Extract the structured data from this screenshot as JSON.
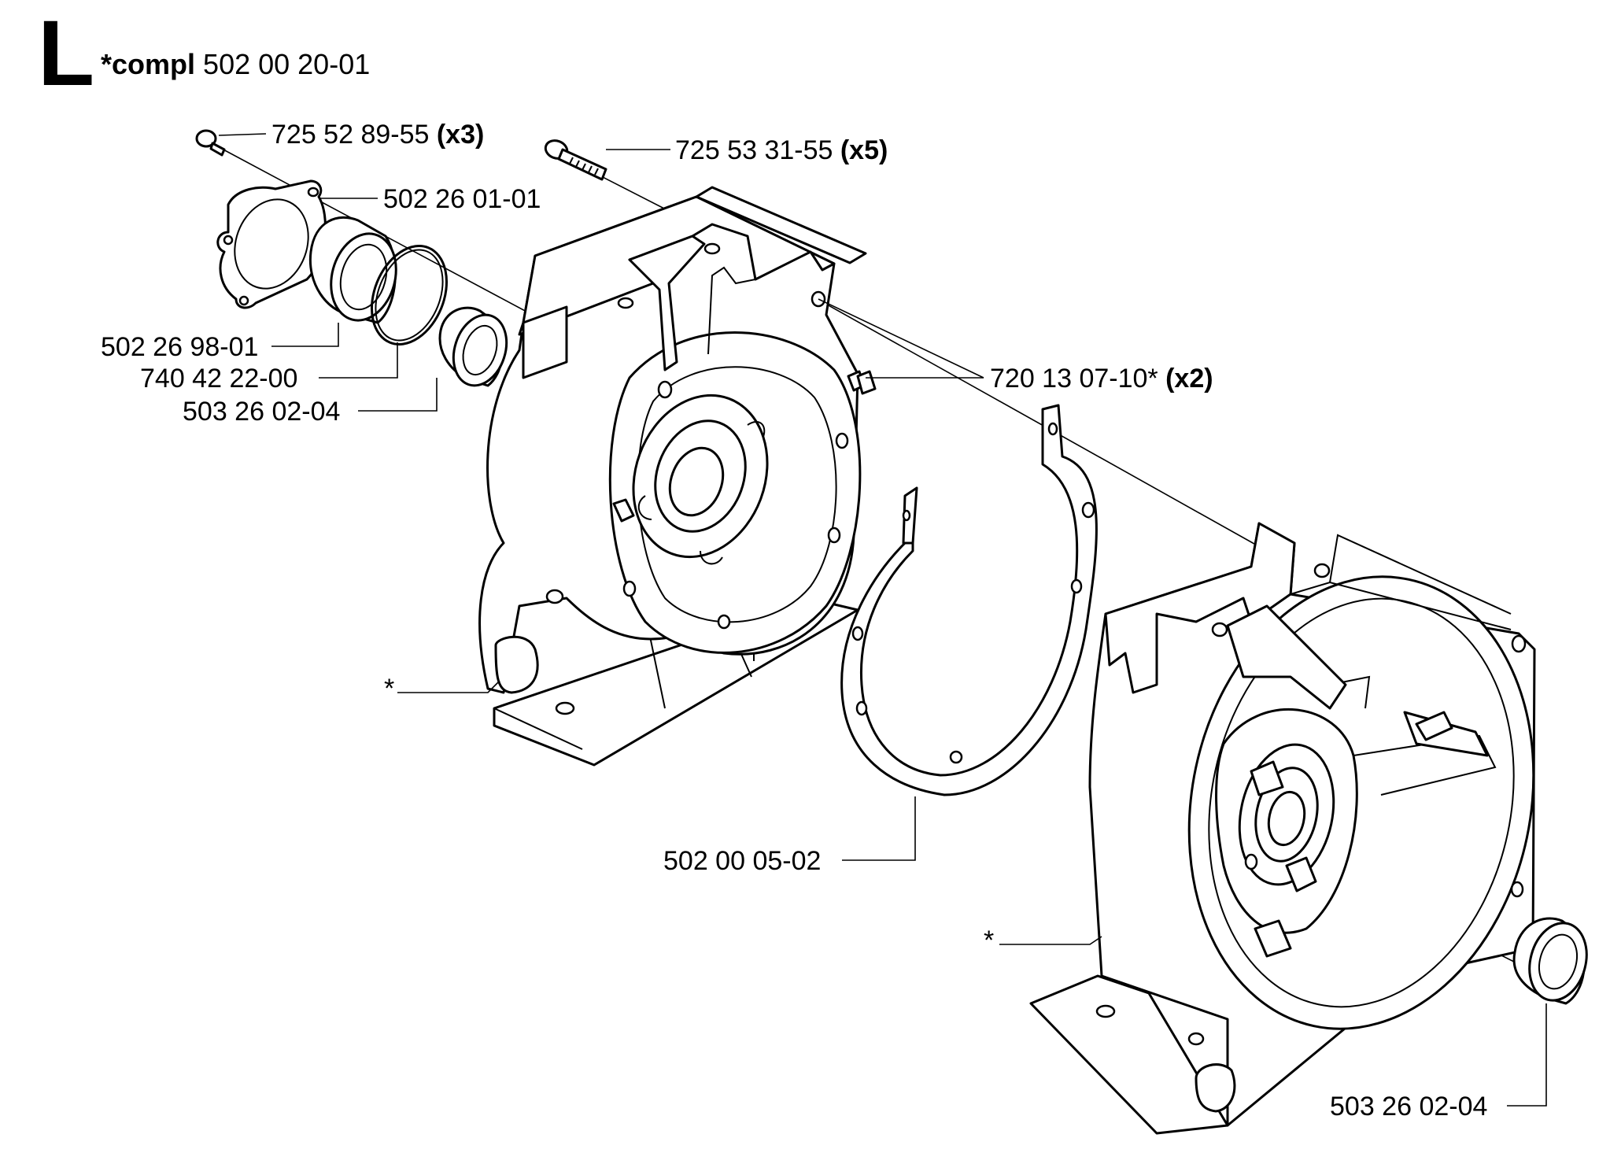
{
  "header": {
    "section": "L",
    "prefix": "*compl",
    "part_number": "502 00 20-01"
  },
  "callouts": [
    {
      "id": "screw-small",
      "number": "725 52 89-55",
      "qty": "(x3)"
    },
    {
      "id": "screw-long",
      "number": "725 53 31-55",
      "qty": "(x5)"
    },
    {
      "id": "cover-plate",
      "number": "502 26 01-01",
      "qty": ""
    },
    {
      "id": "bearing-housing",
      "number": "502 26 98-01",
      "qty": ""
    },
    {
      "id": "o-ring",
      "number": "740 42 22-00",
      "qty": ""
    },
    {
      "id": "seal-left",
      "number": "503 26 02-04",
      "qty": ""
    },
    {
      "id": "pin",
      "number": "720 13 07-10*",
      "qty": "(x2)"
    },
    {
      "id": "gasket",
      "number": "502 00 05-02",
      "qty": ""
    },
    {
      "id": "seal-right",
      "number": "503 26 02-04",
      "qty": ""
    },
    {
      "id": "half-left",
      "number": "*",
      "qty": ""
    },
    {
      "id": "half-right",
      "number": "*",
      "qty": ""
    }
  ]
}
